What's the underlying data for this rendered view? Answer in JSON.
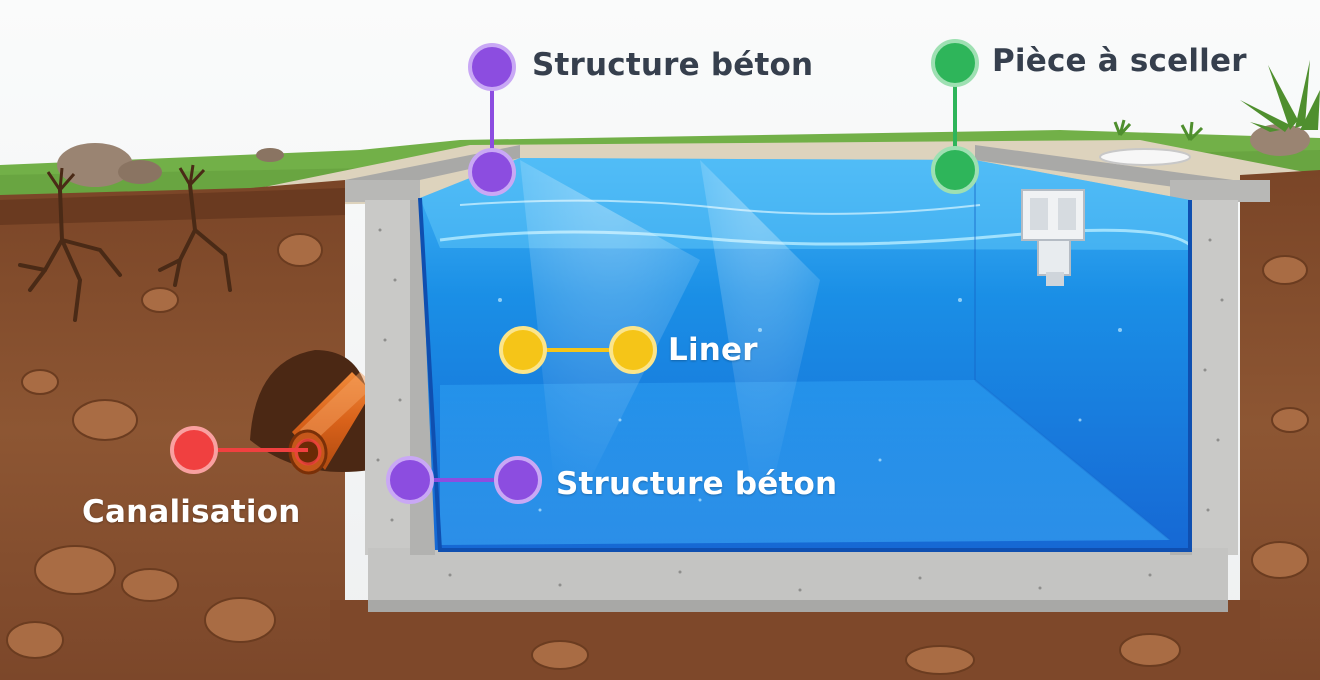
{
  "labels": {
    "structure_top": "Structure béton",
    "piece_a_sceller": "Pièce à sceller",
    "liner": "Liner",
    "canalisation": "Canalisation",
    "structure_bottom": "Structure béton"
  },
  "colors": {
    "purple": "#8c4de0",
    "green": "#2eb55a",
    "yellow": "#f5c518",
    "red": "#f04040",
    "label_dark": "#363f4d",
    "label_light": "#ffffff",
    "water": "#1f8ee8",
    "soil": "#8a5230",
    "concrete": "#c9c9c7",
    "pipe": "#e06a1c",
    "grass": "#6fae45"
  },
  "icons": [
    "skimmer-icon",
    "pipe-icon",
    "root-icon",
    "plant-icon",
    "rock-icon",
    "lid-icon"
  ]
}
